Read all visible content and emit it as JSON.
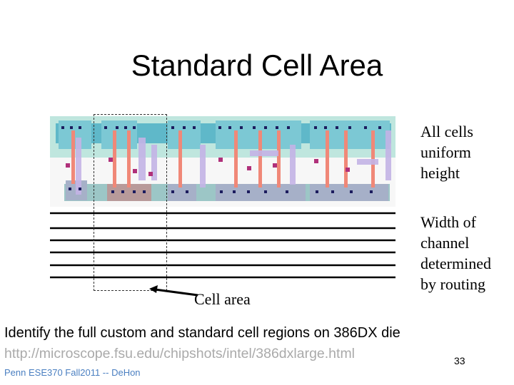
{
  "slide": {
    "title": "Standard Cell Area",
    "note_height": "All cells uniform height",
    "note_height_lines": [
      "All cells",
      "uniform",
      "height"
    ],
    "note_channel_lines": [
      "Width of",
      "channel",
      "determined",
      "by routing"
    ],
    "cell_area_label": "Cell area",
    "footer_line1": "Identify the full custom and standard cell regions on 386DX die",
    "footer_line2": "http://microscope.fsu.edu/chipshots/intel/386dxlarge.html",
    "credit": "Penn ESE370 Fall2011 -- DeHon",
    "page_number": "33"
  },
  "colors": {
    "n_well": "#a8e0d4",
    "diffusion_top": "#4fb4c8",
    "diffusion_bottom": "#8ab8b8",
    "poly": "#f08070",
    "metal": "#c8b8e8",
    "contact": "#1a1a60",
    "routing_line": "#000000"
  }
}
